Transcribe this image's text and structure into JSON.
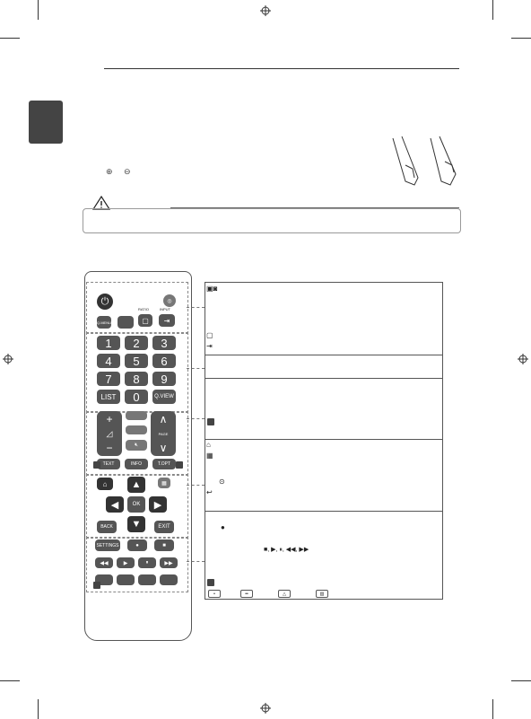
{
  "remote": {
    "list_label": "LIST",
    "qview_label": "Q.VIEW",
    "qmenu_label": "Q.MENU",
    "ratio_label": "RATIO",
    "input_label": "INPUT",
    "page_label": "PAGE",
    "text_label": "TEXT",
    "info_label": "INFO",
    "topt_label": "T.OPT",
    "ok_label": "OK",
    "back_label": "BACK",
    "exit_label": "EXIT",
    "settings_label": "SETTINGS",
    "numbers": [
      "1",
      "2",
      "3",
      "4",
      "5",
      "6",
      "7",
      "8",
      "9",
      "0"
    ]
  },
  "explanation": {
    "playback_symbols": "■, ▶, ⏸, ◀◀, ▶▶"
  },
  "icons": {
    "warning": "warning-triangle-icon",
    "power": "power-icon",
    "home": "home-icon",
    "back": "back-arrow-icon"
  }
}
